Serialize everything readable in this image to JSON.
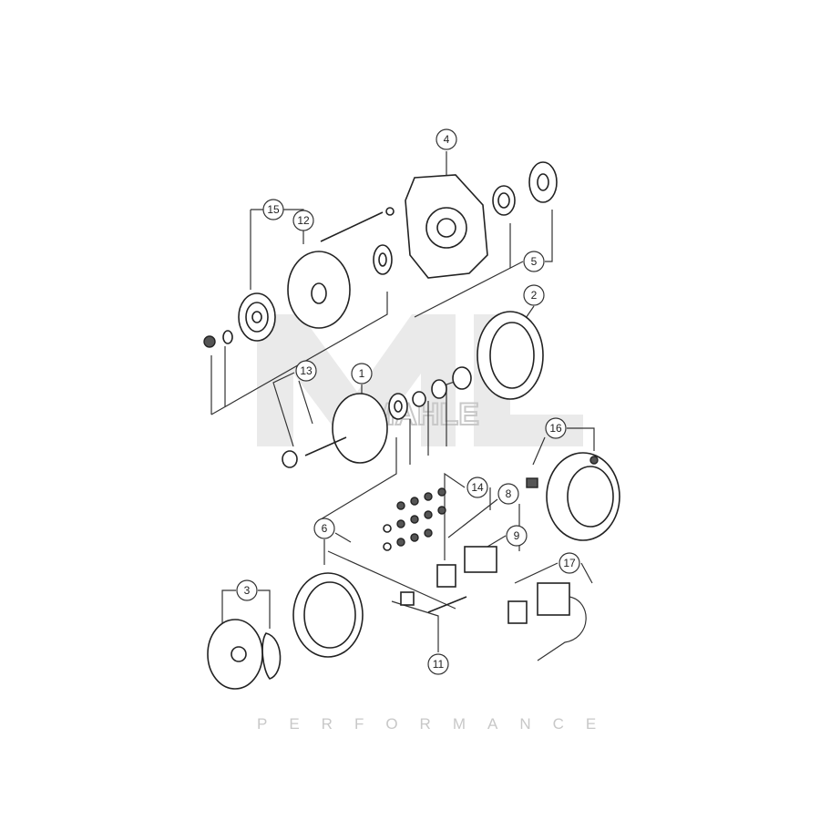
{
  "diagram": {
    "callouts": [
      "1",
      "2",
      "3",
      "4",
      "5",
      "6",
      "8",
      "9",
      "11",
      "12",
      "13",
      "14",
      "15",
      "16",
      "17"
    ],
    "watermark": {
      "logo": "ML",
      "brand": "MAHLE",
      "tagline": "PERFORMANCE"
    }
  }
}
